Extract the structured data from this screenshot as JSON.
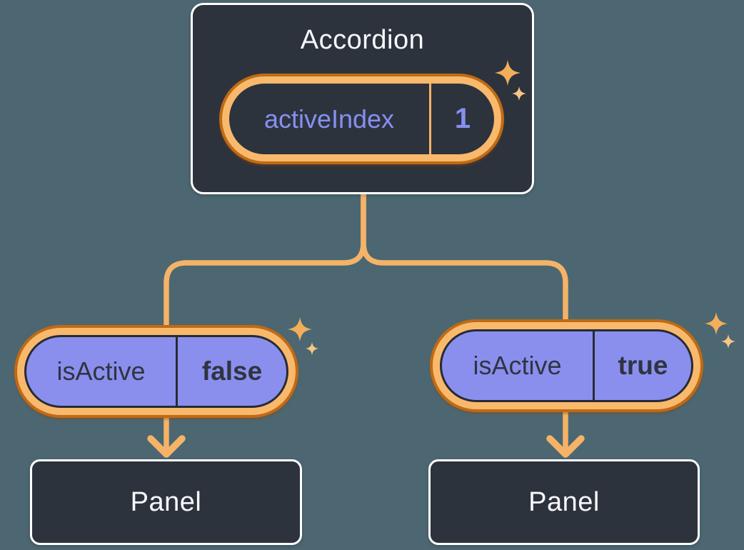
{
  "colors": {
    "background": "#4C6771",
    "card_fill": "#2D333D",
    "card_border": "#FFFFFF",
    "ring_light_orange": "#F8B96C",
    "ring_dark_orange": "#C06A15",
    "wire_orange": "#F5B368",
    "pill_purple": "#8A8FEE",
    "pill_outline_dark": "#262B34",
    "text_light": "#F7F8FA",
    "text_purple": "#8690F0",
    "text_dark": "#2F3540",
    "sparkle_large": "#F2AE58",
    "sparkle_small": "#F7C683"
  },
  "icons": {
    "sparkle": "four-point-star"
  },
  "accordion": {
    "title": "Accordion",
    "state": {
      "label": "activeIndex",
      "value": "1"
    }
  },
  "children": [
    {
      "prop": {
        "label": "isActive",
        "value": "false"
      },
      "panel": {
        "title": "Panel"
      }
    },
    {
      "prop": {
        "label": "isActive",
        "value": "true"
      },
      "panel": {
        "title": "Panel"
      }
    }
  ]
}
